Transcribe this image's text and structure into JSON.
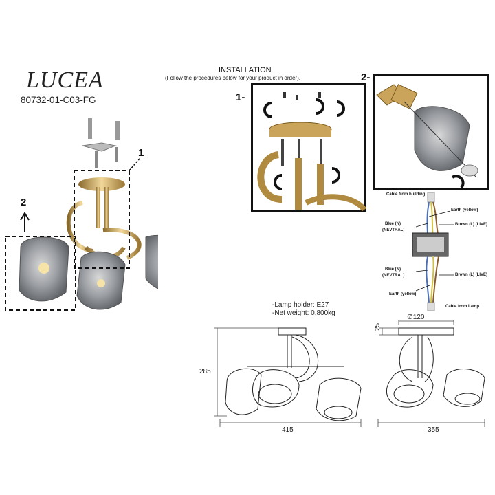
{
  "product": {
    "name": "LUCEA",
    "model": "80732-01-C03-FG"
  },
  "installation": {
    "title": "INSTALLATION",
    "subtitle": "(Follow the procedures below for your product in order).",
    "step1": "1-",
    "step2": "2-"
  },
  "photo_callouts": {
    "one": "1",
    "two": "2"
  },
  "wiring": {
    "cable_building": "Cable from building",
    "earth_top": "Earth (yellow)",
    "blue_top": "Blue (N)",
    "nevtral_top": "(NEVTRAL)",
    "brown_top": "Brown (L) (LIVE)",
    "blue_bottom": "Blue (N)",
    "nevtral_bottom": "(NEVTRAL)",
    "brown_bottom": "Brown (L) (LIVE)",
    "earth_bottom": "Earth (yellow)",
    "cable_lamp": "Cable from Lamp"
  },
  "specs": {
    "lamp_holder": "-Lamp holder: E27",
    "net_weight": "-Net weight: 0,800kg"
  },
  "dimensions": {
    "height": "285",
    "width_front": "415",
    "diameter": "∅120",
    "canopy_height": "25",
    "width_side": "355"
  },
  "colors": {
    "gold": "#c9a45a",
    "smoke_glass": "#8d9196",
    "earth": "#d4c23a",
    "blue_wire": "#4a6fb5",
    "brown_wire": "#8a5a2b"
  }
}
